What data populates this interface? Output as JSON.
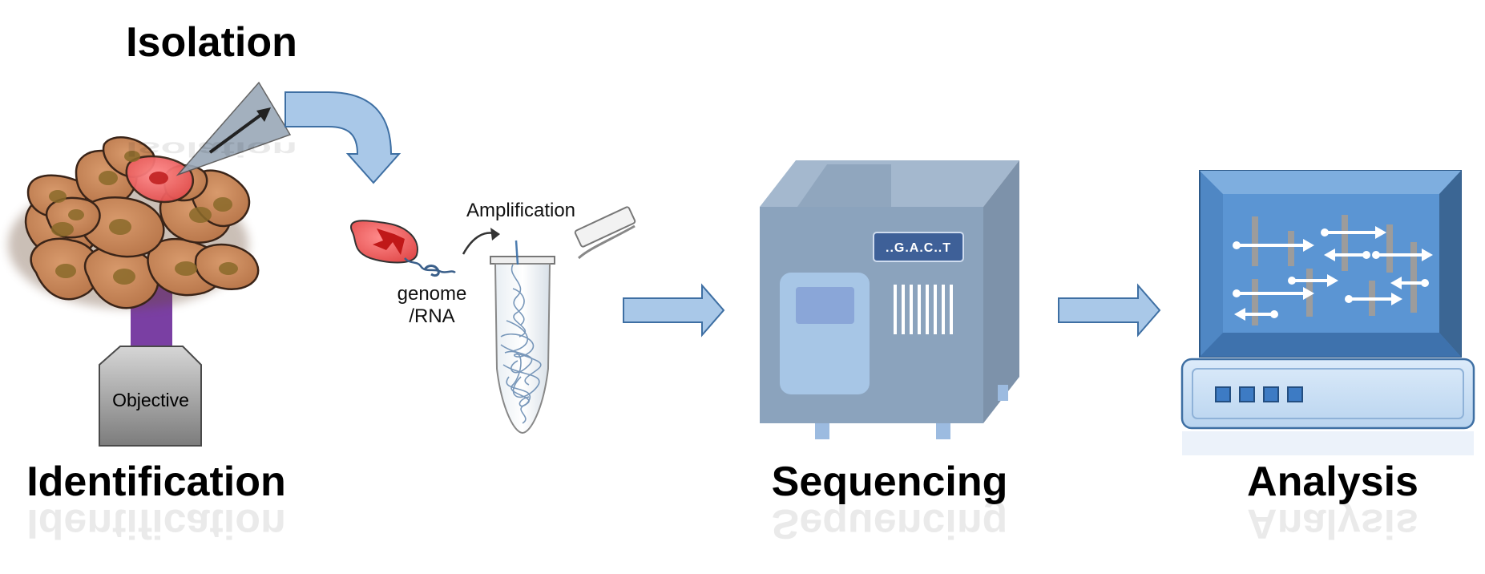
{
  "steps": {
    "isolation": "Isolation",
    "identification": "Identification",
    "sequencing": "Sequencing",
    "analysis": "Analysis"
  },
  "labels": {
    "amplification": "Amplification",
    "genome_line1": "genome",
    "genome_line2": "/RNA",
    "objective": "Objective",
    "sequence_display": "..G.A.C..T"
  },
  "colors": {
    "cell_fill": "#c8865a",
    "cell_target": "#e85a5a",
    "flow_arrow": "#a9c8e8",
    "sequencer_body": "#8fa6c0",
    "monitor_screen": "#5b95d3",
    "objective_beam": "#7a3fa3"
  }
}
